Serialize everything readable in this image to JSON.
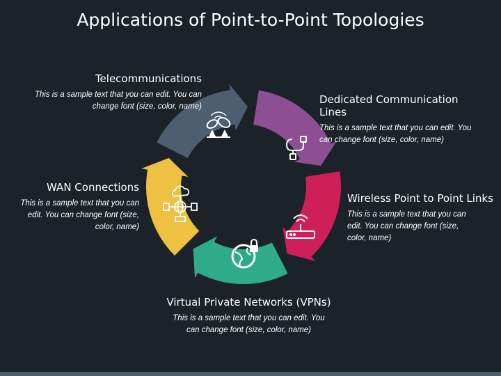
{
  "title": "Applications of Point-to-Point Topologies",
  "colors": {
    "background": "#1b2329",
    "telecom": "#4c5e70",
    "dedicated": "#8e4e94",
    "wireless": "#cf1f58",
    "vpn": "#2fab87",
    "wan": "#efc143"
  },
  "segments": [
    {
      "id": "telecom",
      "heading": "Telecommunications",
      "body": "This is a sample text that you can edit. You can change font (size, color, name)",
      "icon": "satellite-icon"
    },
    {
      "id": "dedicated",
      "heading": "Dedicated Communication Lines",
      "body": "This is a sample text that you can edit. You can change font (size, color, name)",
      "icon": "cable-icon"
    },
    {
      "id": "wireless",
      "heading": "Wireless Point to Point Links",
      "body": "This is a sample text that you can edit. You can change font (size, color, name)",
      "icon": "router-icon"
    },
    {
      "id": "vpn",
      "heading": "Virtual Private Networks (VPNs)",
      "body": "This is a sample text that you can edit. You can change font (size, color, name)",
      "icon": "globe-lock-icon"
    },
    {
      "id": "wan",
      "heading": "WAN Connections",
      "body": "This is a sample text that you can edit. You can change font (size, color, name)",
      "icon": "cloud-network-icon"
    }
  ]
}
